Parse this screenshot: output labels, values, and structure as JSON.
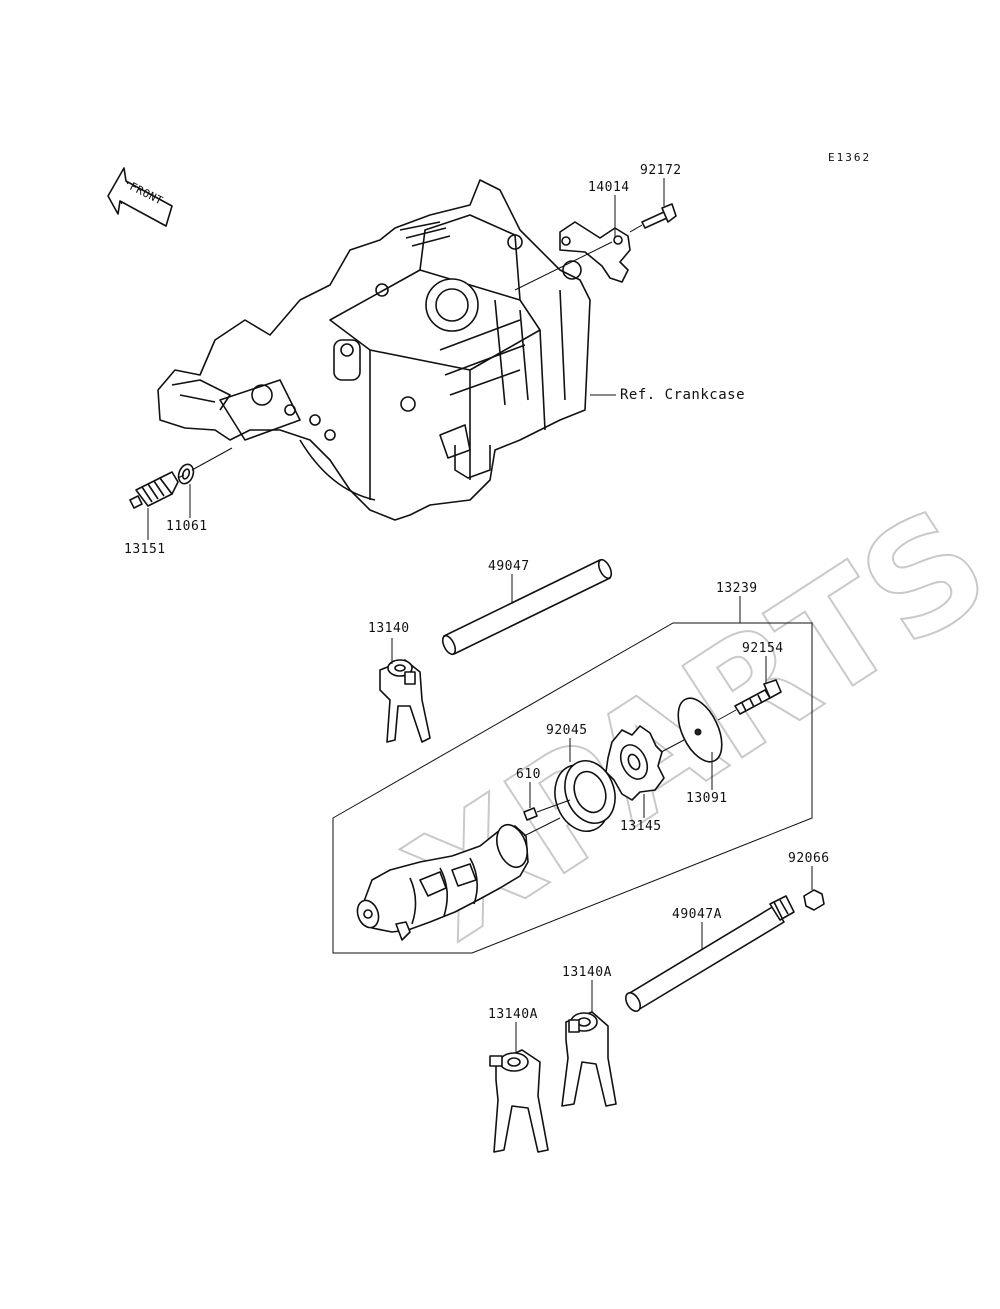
{
  "diagram_code": "E1362",
  "front_label": "FRONT",
  "watermark": "XPARTS",
  "reference_label": "Ref. Crankcase",
  "parts": {
    "p92172": "92172",
    "p14014": "14014",
    "p11061": "11061",
    "p13151": "13151",
    "p49047": "49047",
    "p13239": "13239",
    "p13140": "13140",
    "p92154": "92154",
    "p92045": "92045",
    "p610": "610",
    "p13091": "13091",
    "p13145": "13145",
    "p92066": "92066",
    "p49047A": "49047A",
    "p13140A_upper": "13140A",
    "p13140A_lower": "13140A"
  }
}
